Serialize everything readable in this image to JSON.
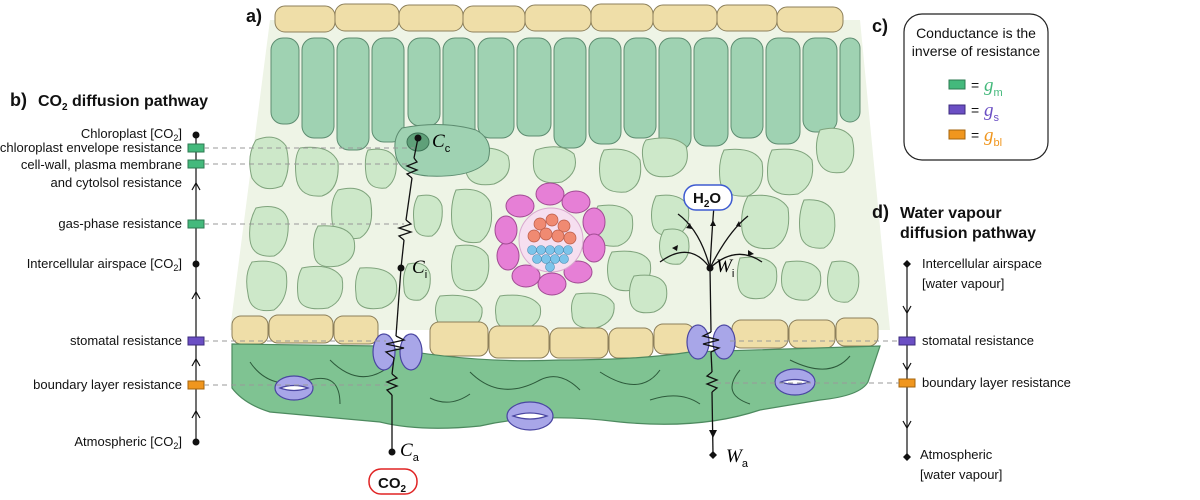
{
  "panel_a": {
    "label": "a)"
  },
  "panel_b": {
    "label": "b)",
    "title_prefix": "CO",
    "title_sub": "2",
    "title_suffix": " diffusion pathway",
    "nodes": {
      "chloroplast": {
        "text": "Chloroplast [CO",
        "sub": "2",
        "close": "]"
      },
      "intercellular": {
        "text": "Intercellular airspace [CO",
        "sub": "2",
        "close": "]"
      },
      "atmospheric": {
        "text": "Atmospheric [CO",
        "sub": "2",
        "close": "]"
      }
    },
    "resistances": {
      "chloroplast_envelope": "chloroplast envelope resistance",
      "cellwall_line1": "cell-wall, plasma membrane",
      "cellwall_line2": "and cytolsol resistance",
      "gas_phase": "gas-phase resistance",
      "stomatal": "stomatal resistance",
      "boundary_layer": "boundary layer resistance"
    }
  },
  "panel_c": {
    "label": "c)",
    "title_line1": "Conductance is the",
    "title_line2": "inverse of resistance",
    "items": [
      {
        "eq": "=",
        "symbol": "g",
        "sub": "m",
        "color": "#44b97c"
      },
      {
        "eq": "=",
        "symbol": "g",
        "sub": "s",
        "color": "#6b4fc4"
      },
      {
        "eq": "=",
        "symbol": "g",
        "sub": "bl",
        "color": "#f0961e"
      }
    ]
  },
  "panel_d": {
    "label": "d)",
    "title_line1": "Water vapour",
    "title_line2": "diffusion pathway",
    "nodes": {
      "intercellular_line1": "Intercellular airspace",
      "intercellular_line2": "[water vapour]",
      "atmospheric_line1": "Atmospheric",
      "atmospheric_line2": "[water vapour]"
    },
    "resistances": {
      "stomatal": "stomatal resistance",
      "boundary_layer": "boundary layer resistance"
    }
  },
  "leaf_labels": {
    "cc": {
      "symbol": "C",
      "sub": "c"
    },
    "ci": {
      "symbol": "C",
      "sub": "i"
    },
    "ca": {
      "symbol": "C",
      "sub": "a"
    },
    "wi": {
      "symbol": "W",
      "sub": "i"
    },
    "wa": {
      "symbol": "W",
      "sub": "a"
    },
    "co2_badge": {
      "text": "CO",
      "sub": "2"
    },
    "h2o_badge": {
      "text": "H",
      "sub": "2",
      "tail": "O"
    }
  },
  "colors": {
    "mesophyll_conductance": "#44b97c",
    "stomatal_conductance": "#6b4fc4",
    "boundary_conductance": "#f0961e",
    "epidermis": "#efdeA8",
    "palisade": "#9fd2b2",
    "spongy": "#cde8c9",
    "lower_epidermis": "#7fc392",
    "guard_cell": "#a8a6e8",
    "co2_badge_border": "#e02424",
    "h2o_badge_border": "#3e5bd1"
  }
}
